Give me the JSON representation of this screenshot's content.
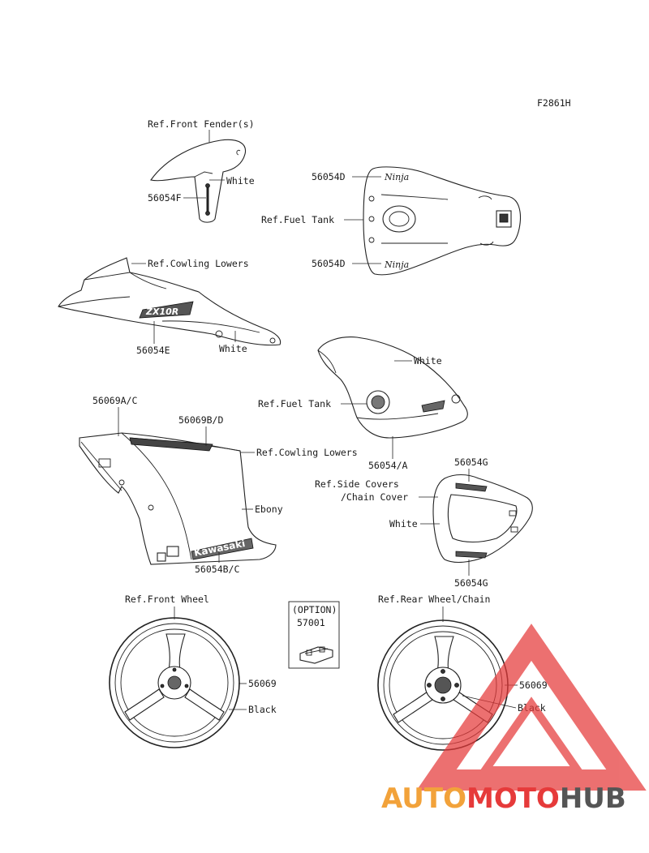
{
  "figure_code": "F2861H",
  "colors": {
    "line": "#222222",
    "watermark_red": "#e63a3a",
    "watermark_orange": "#f2a23a",
    "watermark_grey": "#555555"
  },
  "labels": {
    "front_fender_ref": "Ref.Front Fender(s)",
    "front_fender_white": "White",
    "front_fender_part": "56054F",
    "fuel_tank_top_part": "56054D",
    "fuel_tank_ref": "Ref.Fuel Tank",
    "fuel_tank_bottom_part": "56054D",
    "cowling_lower_ref": "Ref.Cowling Lowers",
    "cowling_lower_part": "56054E",
    "cowling_lower_white": "White",
    "tank_side_white": "White",
    "tank_side_ref": "Ref.Fuel Tank",
    "tank_side_part": "56054/A",
    "upper_cowl_part_a": "56069A/C",
    "upper_cowl_part_b": "56069B/D",
    "upper_cowl_ref": "Ref.Cowling Lowers",
    "upper_cowl_ebony": "Ebony",
    "upper_cowl_part_c": "56054B/C",
    "side_cover_part_top": "56054G",
    "side_cover_ref_1": "Ref.Side Covers",
    "side_cover_ref_2": "/Chain Cover",
    "side_cover_white": "White",
    "side_cover_part_bottom": "56054G",
    "front_wheel_ref": "Ref.Front Wheel",
    "front_wheel_part": "56069",
    "front_wheel_black": "Black",
    "option_label": "(OPTION)",
    "option_part": "57001",
    "rear_wheel_ref": "Ref.Rear Wheel/Chain",
    "rear_wheel_part": "56069",
    "rear_wheel_black": "Black"
  },
  "decals": {
    "tank_logo_top": "Ninja",
    "tank_logo_bottom": "Ninja",
    "cowl_lower_logo": "ZX10R",
    "cowl_kawasaki": "Kawasaki"
  },
  "watermark": {
    "part1": "AUTO",
    "part2": "MOTO",
    "part3": "HUB"
  }
}
